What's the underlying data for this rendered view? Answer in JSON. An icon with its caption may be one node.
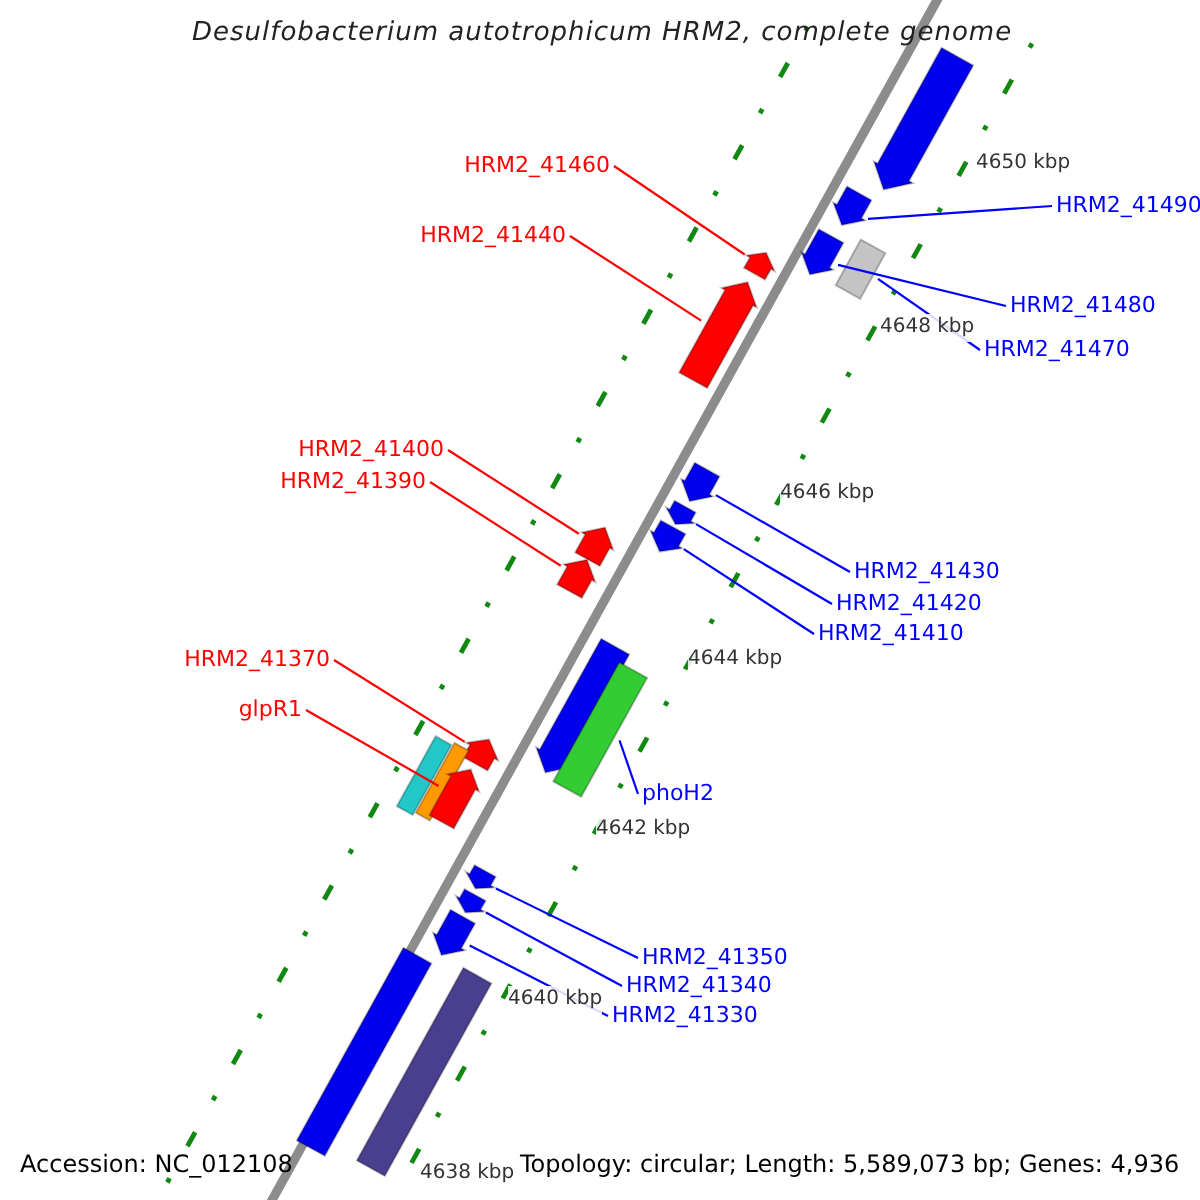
{
  "diagram": {
    "title": "Desulfobacterium autotrophicum HRM2, complete genome",
    "nodes": [
      {
        "text": [
          "HRM2_41460"
        ]
      },
      {
        "text": [
          "HRM2_41490"
        ]
      },
      {
        "text": [
          "HRM2_41440"
        ]
      },
      {
        "text": [
          "HRM2_41480"
        ]
      },
      {
        "text": [
          "HRM2_41470"
        ]
      },
      {
        "text": [
          "HRM2_41400"
        ]
      },
      {
        "text": [
          "HRM2_41390"
        ]
      },
      {
        "text": [
          "HRM2_41430"
        ]
      },
      {
        "text": [
          "HRM2_41420"
        ]
      },
      {
        "text": [
          "HRM2_41410"
        ]
      },
      {
        "text": [
          "HRM2_41370"
        ]
      },
      {
        "text": [
          "glpR1"
        ]
      },
      {
        "text": [
          "phoH2"
        ]
      },
      {
        "text": [
          "HRM2_41350"
        ]
      },
      {
        "text": [
          "HRM2_41340"
        ]
      },
      {
        "text": [
          "HRM2_41330"
        ]
      },
      {
        "text": [],
        "shape": "arrow"
      },
      {
        "text": [],
        "shape": "arrow"
      },
      {
        "text": [],
        "shape": "arrow"
      },
      {
        "text": [],
        "shape": "arrow"
      },
      {
        "text": [],
        "shape": "bar"
      },
      {
        "text": [],
        "shape": "arrow"
      },
      {
        "text": [],
        "shape": "arrow"
      },
      {
        "text": [],
        "shape": "arrow"
      },
      {
        "text": [],
        "shape": "arrow"
      },
      {
        "text": [],
        "shape": "arrow"
      },
      {
        "text": [],
        "shape": "arrow"
      },
      {
        "text": [],
        "shape": "arrow"
      },
      {
        "text": [],
        "shape": "bar"
      },
      {
        "text": [],
        "shape": "arrow"
      },
      {
        "text": [],
        "shape": "bar"
      },
      {
        "text": [],
        "shape": "bar"
      },
      {
        "text": [],
        "shape": "arrow"
      },
      {
        "text": [],
        "shape": "arrow"
      },
      {
        "text": [],
        "shape": "arrow"
      },
      {
        "text": [],
        "shape": "arrow"
      },
      {
        "text": [],
        "shape": "bar"
      },
      {
        "text": [],
        "shape": "bar"
      }
    ],
    "edges": [
      {
        "from": 0,
        "to": 19,
        "arrow": "none",
        "color": "#ff0000"
      },
      {
        "from": 1,
        "to": 17,
        "arrow": "none"
      },
      {
        "from": 2,
        "to": 21,
        "arrow": "none",
        "color": "#ff0000"
      },
      {
        "from": 3,
        "to": 18,
        "arrow": "none"
      },
      {
        "from": 4,
        "to": 20,
        "arrow": "none"
      },
      {
        "from": 5,
        "to": 24,
        "arrow": "none",
        "color": "#ff0000"
      },
      {
        "from": 6,
        "to": 26,
        "arrow": "none",
        "color": "#ff0000"
      },
      {
        "from": 7,
        "to": 22,
        "arrow": "none"
      },
      {
        "from": 8,
        "to": 23,
        "arrow": "none"
      },
      {
        "from": 9,
        "to": 25,
        "arrow": "none"
      },
      {
        "from": 10,
        "to": 29,
        "arrow": "none",
        "color": "#ff0000"
      },
      {
        "from": 11,
        "to": 32,
        "arrow": "none",
        "color": "#ff0000"
      },
      {
        "from": 12,
        "to": 28,
        "arrow": "none"
      },
      {
        "from": 13,
        "to": 33,
        "arrow": "none"
      },
      {
        "from": 14,
        "to": 34,
        "arrow": "none"
      },
      {
        "from": 15,
        "to": 35,
        "arrow": "none"
      }
    ],
    "labels": [
      "4650 kbp",
      "4648 kbp",
      "4646 kbp",
      "4644 kbp",
      "4642 kbp",
      "4640 kbp",
      "4638 kbp",
      "Accession: NC_012108",
      "Topology: circular; Length: 5,589,073 bp; Genes: 4,936"
    ]
  }
}
